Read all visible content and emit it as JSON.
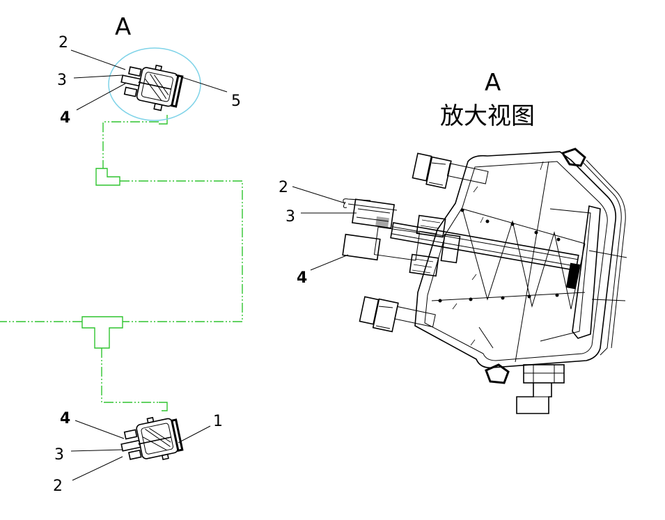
{
  "view_marker": "A",
  "enlarged_view": {
    "marker": "A",
    "title": "放大视图"
  },
  "colors": {
    "pipe": "#2fc42f",
    "highlight_circle": "#7fd3e8",
    "line": "#000000"
  },
  "top_chamber_labels": [
    "2",
    "3",
    "4",
    "5"
  ],
  "bottom_chamber_labels": [
    "4",
    "3",
    "2",
    "1"
  ],
  "detail_labels": [
    "2",
    "3",
    "4"
  ]
}
